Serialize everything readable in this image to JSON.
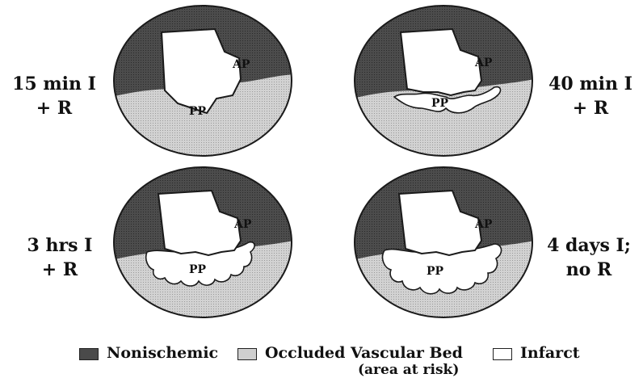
{
  "panels": [
    {
      "id": "tl",
      "line1": "15 min I",
      "line2": "+ R"
    },
    {
      "id": "tr",
      "line1": "40 min I",
      "line2": "+ R"
    },
    {
      "id": "bl",
      "line1": "3 hrs I",
      "line2": "+ R"
    },
    {
      "id": "br",
      "line1": "4 days I;",
      "line2": "no R"
    }
  ],
  "region_labels": {
    "ap": "AP",
    "pp": "PP"
  },
  "legend": {
    "nonischemic": "Nonischemic",
    "occluded": "Occluded Vascular Bed",
    "occluded_sub": "(area at risk)",
    "infarct": "Infarct"
  },
  "colors": {
    "nonischemic": "#4a4a4a",
    "occluded": "#cfcfcf",
    "infarct": "#ffffff",
    "outline": "#1a1a1a"
  }
}
